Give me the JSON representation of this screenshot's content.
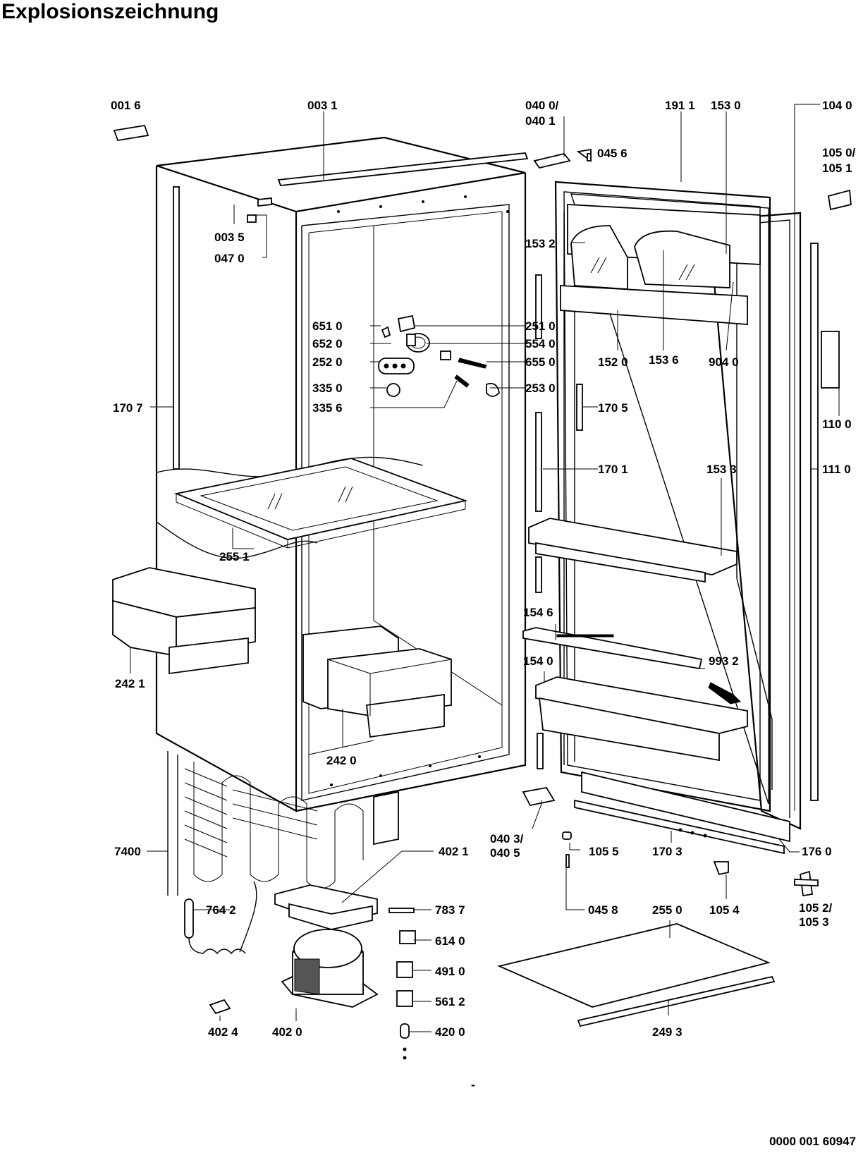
{
  "title": "Explosionszeichnung",
  "doc_number": "0000 001 60947",
  "dash": "-",
  "labels": [
    "001 6",
    "003 1",
    "040 0/",
    "040 1",
    "045 6",
    "191 1",
    "153 0",
    "104 0",
    "105 0/",
    "105 1",
    "003 5",
    "047 0",
    "153 2",
    "651 0",
    "251 0",
    "652 0",
    "554 0",
    "252 0",
    "655 0",
    "152 0",
    "153 6",
    "904 0",
    "335 0",
    "253 0",
    "335 6",
    "170 7",
    "170 5",
    "110 0",
    "170 1",
    "153 3",
    "111 0",
    "255 1",
    "154 6",
    "242 1",
    "993 2",
    "154 0",
    "242 0",
    "7400",
    "040 3/",
    "040 5",
    "105 5",
    "170 3",
    "176 0",
    "402 1",
    "764 2",
    "783 7",
    "045 8",
    "255 0",
    "105 4",
    "105 2/",
    "105 3",
    "614 0",
    "491 0",
    "561 2",
    "402 4",
    "402 0",
    "420 0",
    "249 3"
  ]
}
